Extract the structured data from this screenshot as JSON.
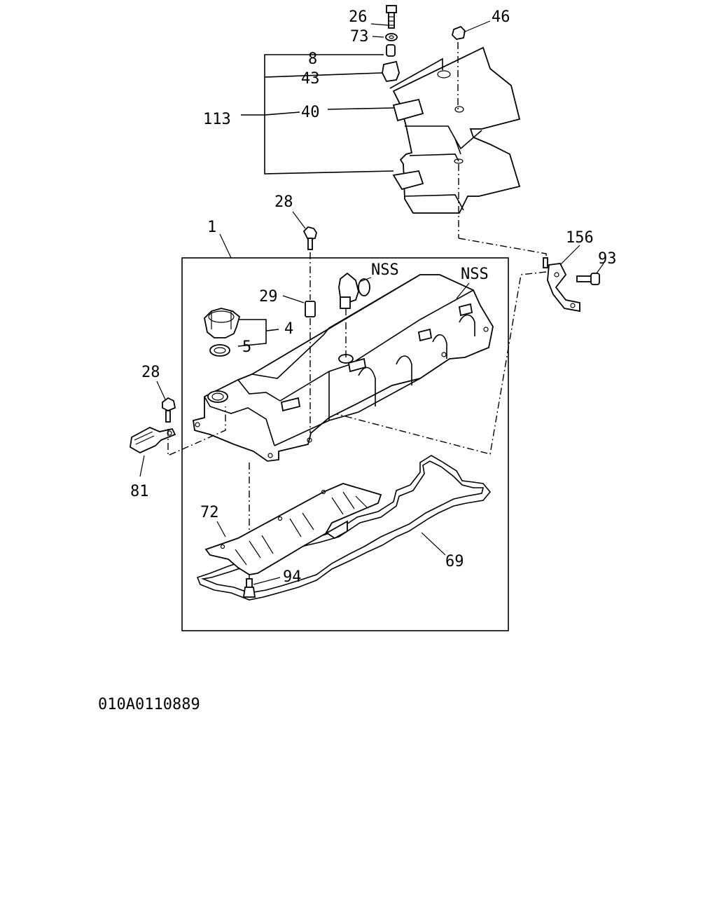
{
  "diagram": {
    "drawing_code": "010A0110889",
    "labels": {
      "p26": "26",
      "p73": "73",
      "p46": "46",
      "p8": "8",
      "p43": "43",
      "p40": "40",
      "p113": "113",
      "p28_top": "28",
      "p1": "1",
      "p156": "156",
      "p93": "93",
      "nss_pipe": "NSS",
      "nss_cover": "NSS",
      "p29": "29",
      "p4": "4",
      "p5": "5",
      "p28_left": "28",
      "p81": "81",
      "p72": "72",
      "p94": "94",
      "p69": "69"
    }
  }
}
